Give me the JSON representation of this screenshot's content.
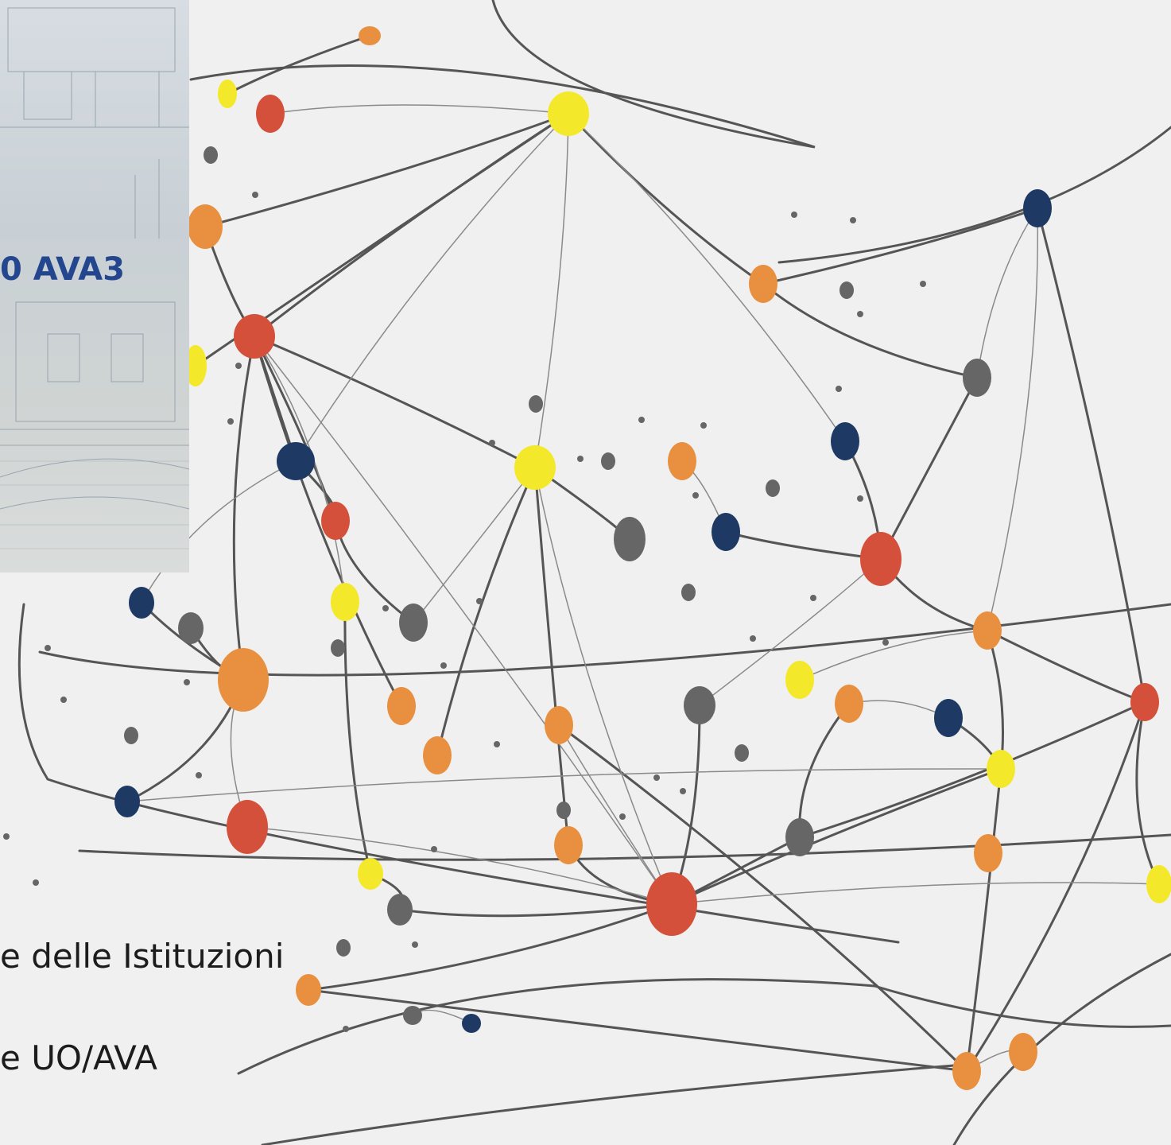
{
  "photo": {
    "title": "0 AVA3"
  },
  "captions": [
    "e delle Istituzioni",
    "e UO/AVA"
  ],
  "colors": {
    "background": "#f0f0f0",
    "yellow": "#f4e82a",
    "orange": "#e8903f",
    "red": "#d4503a",
    "navy": "#1e3a64",
    "gray": "#666666",
    "line": "#4f4f4f",
    "title": "#23468e"
  }
}
